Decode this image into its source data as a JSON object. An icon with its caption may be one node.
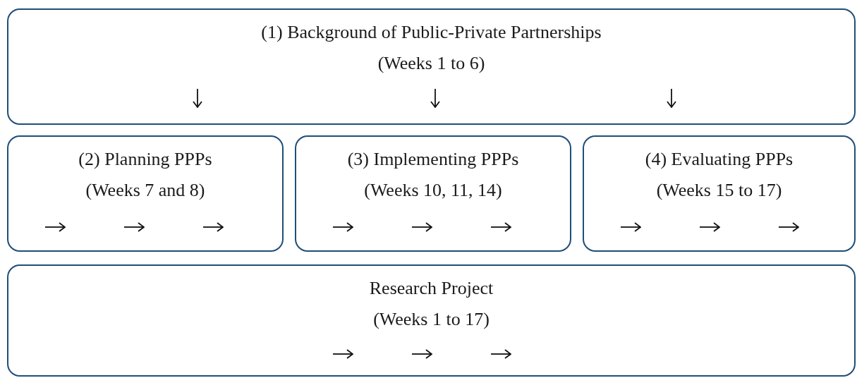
{
  "diagram": {
    "nodes": [
      {
        "text": [
          "(1) Background of Public-Private Partnerships",
          "(Weeks 1 to 6)"
        ]
      },
      {
        "text": [
          "(2) Planning PPPs",
          "(Weeks 7 and 8)"
        ]
      },
      {
        "text": [
          "(3) Implementing PPPs",
          "(Weeks 10, 11, 14)"
        ]
      },
      {
        "text": [
          "(4) Evaluating PPPs",
          "(Weeks 15 to 17)"
        ]
      },
      {
        "text": [
          "Research Project",
          "(Weeks 1 to 17)"
        ]
      }
    ]
  }
}
